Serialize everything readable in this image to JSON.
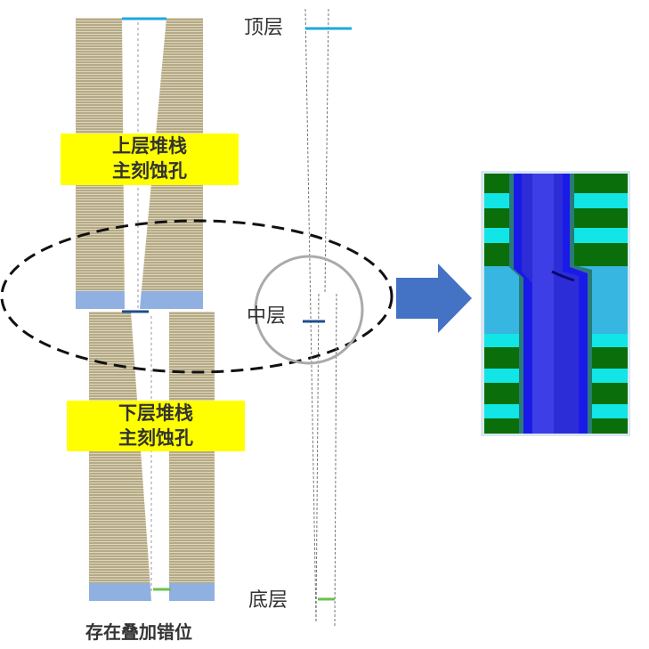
{
  "labels": {
    "upper_stack_line1": "上层堆栈",
    "upper_stack_line2": "主刻蚀孔",
    "lower_stack_line1": "下层堆栈",
    "lower_stack_line2": "主刻蚀孔",
    "misalignment": "存在叠加错位",
    "top_layer": "顶层",
    "middle_layer": "中层",
    "bottom_layer": "底层"
  },
  "colors": {
    "stack": "#b8ad8a",
    "interface": "#8fb0e0",
    "top_line": "#1ea7e0",
    "mid_line": "#1f4e8c",
    "bottom_line": "#6cc04a",
    "arrow": "#4472c4",
    "yellow": "#ffff00"
  }
}
